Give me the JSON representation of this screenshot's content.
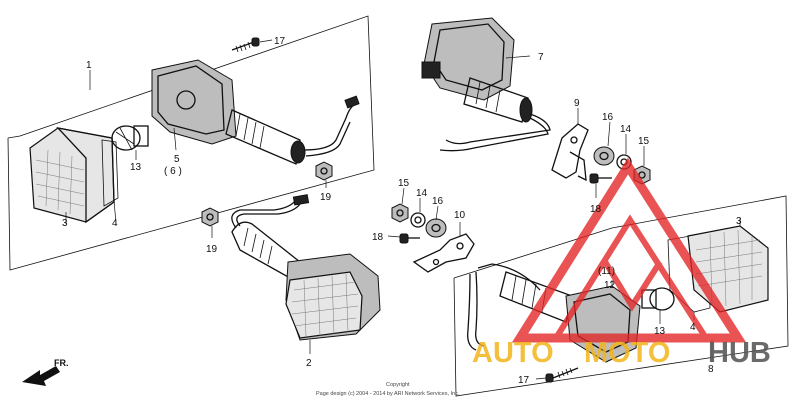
{
  "callouts": {
    "c1": "1",
    "c2": "2",
    "c3a": "3",
    "c3b": "3",
    "c4a": "4",
    "c4b": "4",
    "c5": "5",
    "c6": "( 6 )",
    "c7": "7",
    "c8": "8",
    "c9": "9",
    "c10": "10",
    "c11": "(11)",
    "c12": "12",
    "c13a": "13",
    "c13b": "13",
    "c14a": "14",
    "c14b": "14",
    "c15a": "15",
    "c15b": "15",
    "c16a": "16",
    "c16b": "16",
    "c17a": "17",
    "c17b": "17",
    "c18a": "18",
    "c18b": "18",
    "c19a": "19",
    "c19b": "19"
  },
  "direction_label": "FR.",
  "copyright": {
    "line1": "Copyright",
    "line2": "Page design (c) 2004 - 2014 by ARI Network Services, Inc."
  },
  "watermark": {
    "auto": "AUTO",
    "moto": "MOTO",
    "hub": "HUB",
    "colors": {
      "red": "#e32424",
      "yellow": "#f2b51c",
      "gray": "#5a5a5a"
    }
  }
}
